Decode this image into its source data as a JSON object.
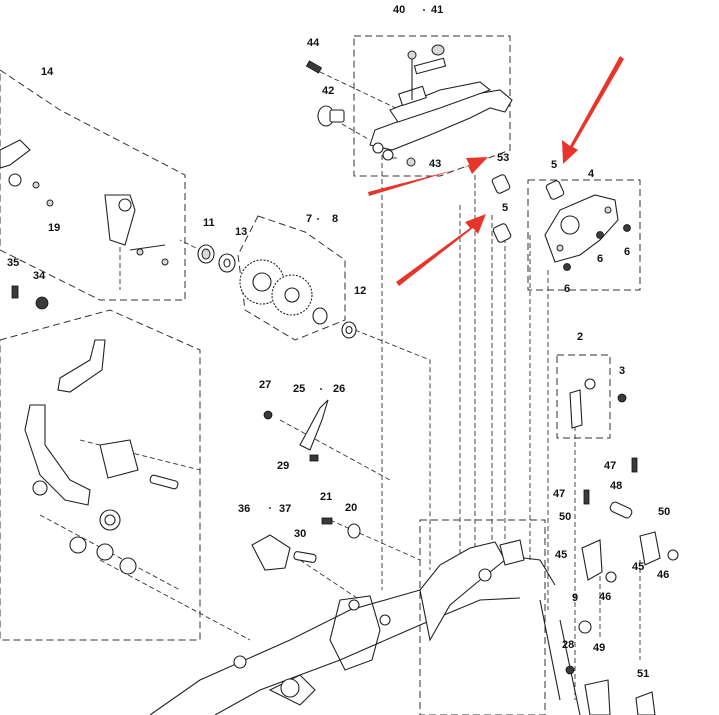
{
  "diagram": {
    "labels": [
      {
        "id": "lbl-40",
        "text": "40"
      },
      {
        "id": "lbl-41",
        "text": "41"
      },
      {
        "id": "lbl-44",
        "text": "44"
      },
      {
        "id": "lbl-42",
        "text": "42"
      },
      {
        "id": "lbl-43",
        "text": "43"
      },
      {
        "id": "lbl-53",
        "text": "53"
      },
      {
        "id": "lbl-5a",
        "text": "5"
      },
      {
        "id": "lbl-5b",
        "text": "5"
      },
      {
        "id": "lbl-4",
        "text": "4"
      },
      {
        "id": "lbl-6a",
        "text": "6"
      },
      {
        "id": "lbl-6b",
        "text": "6"
      },
      {
        "id": "lbl-6c",
        "text": "6"
      },
      {
        "id": "lbl-14",
        "text": "14"
      },
      {
        "id": "lbl-19",
        "text": "19"
      },
      {
        "id": "lbl-11",
        "text": "11"
      },
      {
        "id": "lbl-13",
        "text": "13"
      },
      {
        "id": "lbl-7",
        "text": "7"
      },
      {
        "id": "lbl-8",
        "text": "8"
      },
      {
        "id": "lbl-12",
        "text": "12"
      },
      {
        "id": "lbl-35",
        "text": "35"
      },
      {
        "id": "lbl-34",
        "text": "34"
      },
      {
        "id": "lbl-2",
        "text": "2"
      },
      {
        "id": "lbl-3",
        "text": "3"
      },
      {
        "id": "lbl-27",
        "text": "27"
      },
      {
        "id": "lbl-25",
        "text": "25"
      },
      {
        "id": "lbl-26",
        "text": "26"
      },
      {
        "id": "lbl-29",
        "text": "29"
      },
      {
        "id": "lbl-47a",
        "text": "47"
      },
      {
        "id": "lbl-47b",
        "text": "47"
      },
      {
        "id": "lbl-48",
        "text": "48"
      },
      {
        "id": "lbl-36",
        "text": "36"
      },
      {
        "id": "lbl-37",
        "text": "37"
      },
      {
        "id": "lbl-21",
        "text": "21"
      },
      {
        "id": "lbl-20",
        "text": "20"
      },
      {
        "id": "lbl-30",
        "text": "30"
      },
      {
        "id": "lbl-50a",
        "text": "50"
      },
      {
        "id": "lbl-50b",
        "text": "50"
      },
      {
        "id": "lbl-45a",
        "text": "45"
      },
      {
        "id": "lbl-45b",
        "text": "45"
      },
      {
        "id": "lbl-46a",
        "text": "46"
      },
      {
        "id": "lbl-46b",
        "text": "46"
      },
      {
        "id": "lbl-9",
        "text": "9"
      },
      {
        "id": "lbl-28",
        "text": "28"
      },
      {
        "id": "lbl-49",
        "text": "49"
      },
      {
        "id": "lbl-51",
        "text": "51"
      }
    ],
    "colors": {
      "arrow": "#e8352a",
      "line": "#222222",
      "background": "#ffffff"
    }
  }
}
